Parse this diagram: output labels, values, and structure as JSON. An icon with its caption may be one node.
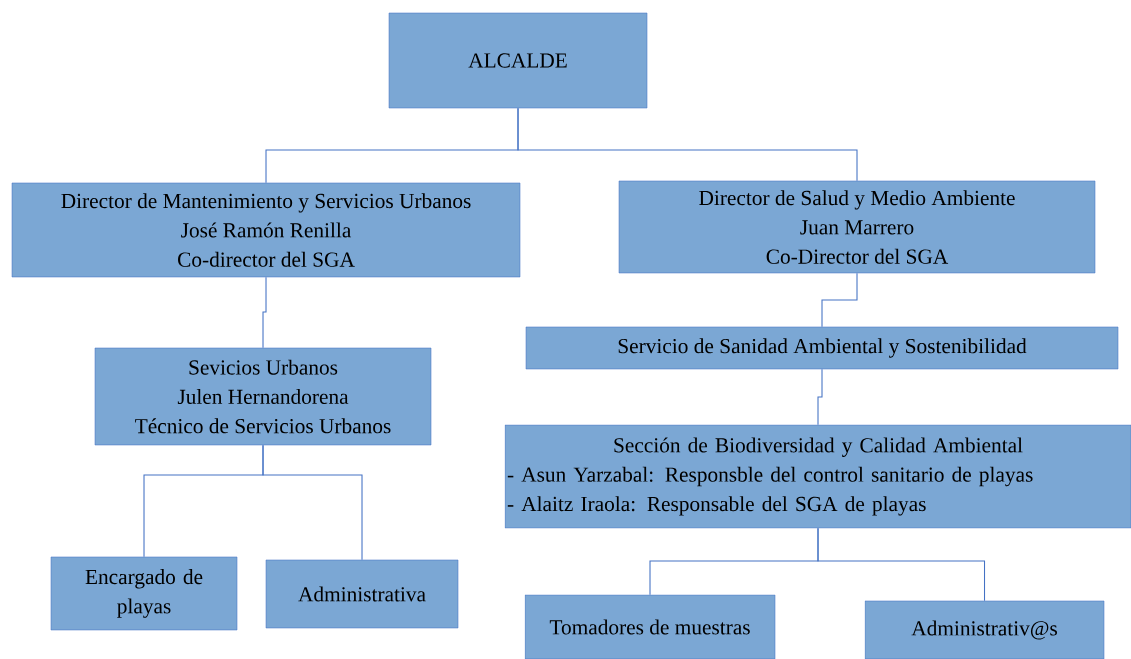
{
  "diagram": {
    "nodes": [
      {
        "text": [
          "ALCALDE"
        ]
      },
      {
        "text": [
          "Director de Mantenimiento y Servicios Urbanos",
          "José Ramón Renilla",
          "Co-director del SGA"
        ]
      },
      {
        "text": [
          "Director de Salud y Medio Ambiente",
          "Juan Marrero",
          "Co-Director del SGA"
        ]
      },
      {
        "text": [
          "Sevicios Urbanos",
          "Julen Hernandorena",
          "Técnico de Servicios Urbanos"
        ]
      },
      {
        "text": [
          "Servicio de Sanidad Ambiental y Sostenibilidad"
        ]
      },
      {
        "text": [
          "Sección de Biodiversidad y Calidad Ambiental",
          "- Asun Yarzabal: Responsble del control sanitario de playas",
          "- Alaitz Iraola: Responsable del SGA de playas"
        ]
      },
      {
        "text": [
          "Encargado de playas"
        ]
      },
      {
        "text": [
          "Administrativa"
        ]
      },
      {
        "text": [
          "Tomadores de muestras"
        ]
      },
      {
        "text": [
          "Administrativ@s"
        ]
      }
    ],
    "edges": [
      {
        "from": 0,
        "to": 1,
        "arrow": "none"
      },
      {
        "from": 0,
        "to": 2,
        "arrow": "none"
      },
      {
        "from": 1,
        "to": 3,
        "arrow": "none"
      },
      {
        "from": 3,
        "to": 6,
        "arrow": "none"
      },
      {
        "from": 3,
        "to": 7,
        "arrow": "none"
      },
      {
        "from": 2,
        "to": 4,
        "arrow": "none"
      },
      {
        "from": 4,
        "to": 5,
        "arrow": "none"
      },
      {
        "from": 5,
        "to": 8,
        "arrow": "none"
      },
      {
        "from": 5,
        "to": 9,
        "arrow": "none"
      }
    ]
  }
}
